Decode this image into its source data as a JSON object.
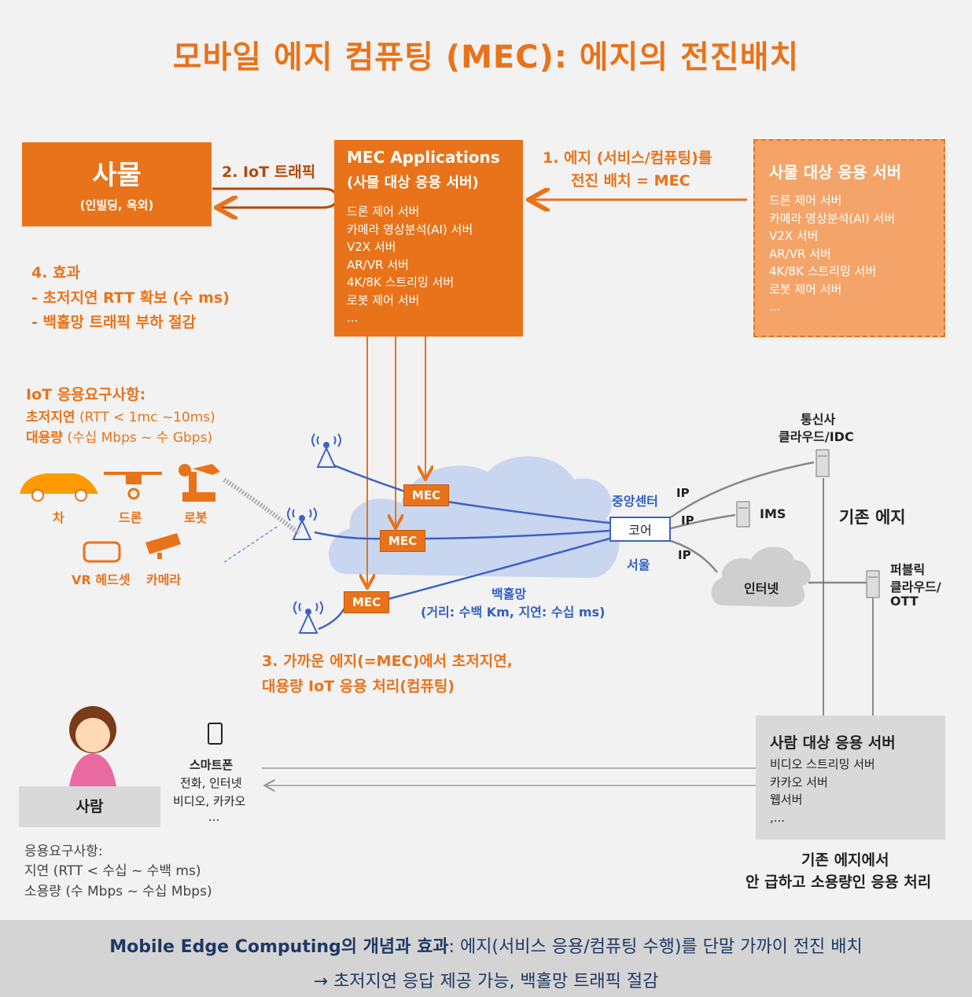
{
  "title": "모바일 에지 컴퓨팅 (MEC): 에지의 전진배치",
  "things": {
    "title": "사물",
    "subtitle": "(인빌딩, 옥외)"
  },
  "iot_traffic": "2. IoT 트래픽",
  "mec_app": {
    "title": "MEC Applications",
    "subtitle": "(사물 대상 응용 서버)",
    "items": [
      "드론 제어 서버",
      "카메라 영상분석(AI) 서버",
      "V2X 서버",
      "AR/VR 서버",
      "4K/8K 스트리밍 서버",
      "로봇 제어 서버",
      "..."
    ]
  },
  "step1": {
    "line1": "1. 에지 (서비스/컴퓨팅)를",
    "line2": "전진 배치 =  MEC"
  },
  "remote_app": {
    "title": "사물 대상 응용 서버",
    "items": [
      "드론 제어 서버",
      "카메라 영상분석(AI) 서버",
      "V2X 서버",
      "AR/VR 서버",
      "4K/8K 스트리밍 서버",
      "로봇 제어 서버",
      "..."
    ]
  },
  "effect": {
    "title": "4. 효과",
    "line1": "- 초저지연 RTT 확보 (수 ms)",
    "line2": "- 백홀망 트래픽 부하 절감"
  },
  "iot_req": {
    "title": "IoT 응용요구사항:",
    "l1_bold": "초저지연",
    "l1_rest": " (RTT < 1mc ~10ms)",
    "l2_bold": "대용량",
    "l2_rest": " (수십 Mbps ~ 수 Gbps)"
  },
  "devices": {
    "car": "차",
    "drone": "드론",
    "robot": "로봇",
    "vr": "VR 헤드셋",
    "camera": "카메라"
  },
  "mec_chip": "MEC",
  "network": {
    "central": "중앙센터",
    "core": "코어",
    "seoul": "서울",
    "ip": "IP",
    "backhaul": "백홀망",
    "backhaul_sub": "(거리: 수백 Km, 지연: 수십 ms)",
    "telco1": "통신사",
    "telco2": "클라우드/IDC",
    "ims": "IMS",
    "existing_edge": "기존 에지",
    "internet": "인터넷",
    "public1": "퍼블릭",
    "public2": "클라우드/",
    "public3": "OTT"
  },
  "step3": {
    "line1": "3. 가까운 에지(=MEC)에서 초저지연,",
    "line2": "대용량 IoT 응용 처리(컴퓨팅)"
  },
  "smartphone": {
    "title": "스마트폰",
    "items": [
      "전화, 인터넷",
      "비디오, 카카오",
      "..."
    ]
  },
  "human": "사람",
  "human_req": {
    "title": "응용요구사항:",
    "line1": "지연 (RTT < 수십 ~ 수백 ms)",
    "line2": "소용량 (수 Mbps ~ 수십 Mbps)"
  },
  "human_app": {
    "title": "사람 대상 응용 서버",
    "items": [
      "비디오 스트리밍 서버",
      "카카오 서버",
      "웹서버",
      ",..."
    ]
  },
  "existing_proc": {
    "line1": "기존 에지에서",
    "line2": "안 급하고 소용량인 응용 처리"
  },
  "footer": {
    "bold": "Mobile Edge Computing의 개념과 효과",
    "rest": ": 에지(서비스 응용/컴퓨팅 수행)를 단말 가까이 전진 배치",
    "line2": "→  초저지연 응답 제공 가능, 백홀망 트래픽 절감"
  },
  "colors": {
    "accent": "#e8731a",
    "accent_light": "#f4a469",
    "network_blue": "#3b62c4",
    "cloud": "#c9d6f0",
    "footer_bg": "#d4d4d4"
  }
}
